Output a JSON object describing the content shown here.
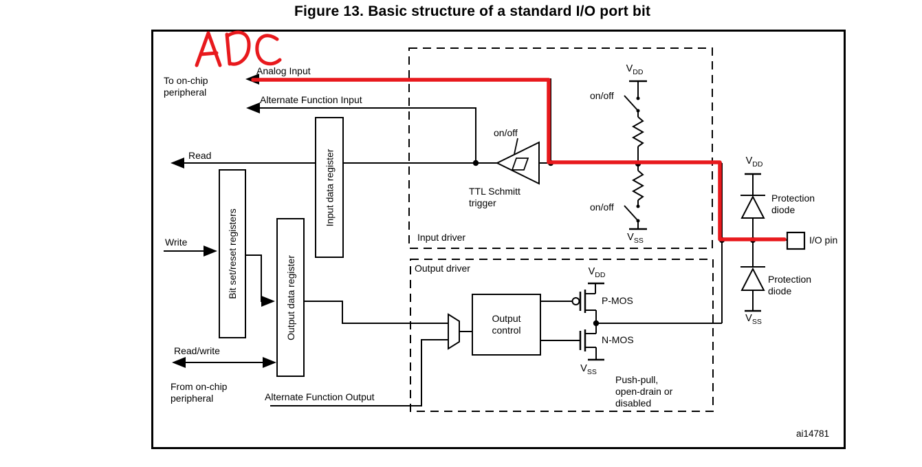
{
  "title": "Figure 13. Basic structure of a standard I/O port bit",
  "figure_id": "ai14781",
  "colors": {
    "ink": "#000000",
    "annotation_red": "#e8191d",
    "background": "#ffffff"
  },
  "annotation": {
    "text": "ADC",
    "meaning": "hand-drawn highlight of the analog input path to the I/O pin"
  },
  "labels": {
    "to_on_chip_peripheral": "To on-chip\nperipheral",
    "from_on_chip_peripheral": "From on-chip\nperipheral",
    "analog_input": "Analog Input",
    "alternate_function_input": "Alternate Function Input",
    "alternate_function_output": "Alternate Function Output",
    "read": "Read",
    "write": "Write",
    "read_write": "Read/write",
    "bit_set_reset_registers": "Bit set/reset registers",
    "input_data_register": "Input data register",
    "output_data_register": "Output data register",
    "input_driver": "Input driver",
    "output_driver": "Output driver",
    "ttl_schmitt_trigger": "TTL Schmitt\ntrigger",
    "on_off": "on/off",
    "output_control": "Output\ncontrol",
    "p_mos": "P-MOS",
    "n_mos": "N-MOS",
    "push_pull_modes": "Push-pull,\nopen-drain or\ndisabled",
    "protection_diode": "Protection\ndiode",
    "io_pin": "I/O pin",
    "v": "V",
    "dd": "DD",
    "ss": "SS"
  }
}
